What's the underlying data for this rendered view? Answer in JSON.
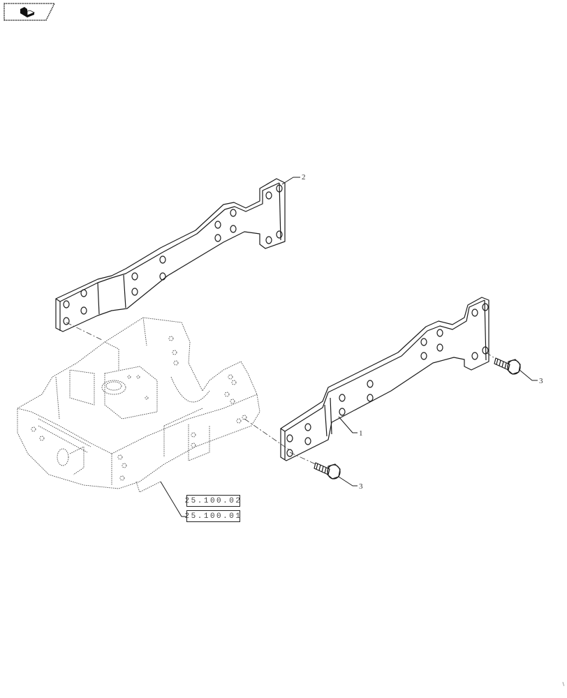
{
  "nav_badge": {
    "icon": "book-return-icon"
  },
  "callouts": [
    {
      "number": "1",
      "part": "bracket-lower-right"
    },
    {
      "number": "2",
      "part": "bracket-upper-left"
    },
    {
      "number": "3",
      "part": "bolt-left"
    },
    {
      "number": "3",
      "part": "bolt-right"
    }
  ],
  "reference_labels": [
    {
      "text": "25.100.02"
    },
    {
      "text": "25.100.01"
    }
  ],
  "corner_mark": "\\",
  "colors": {
    "line": "#1a1a1a",
    "hidden_line": "#555555",
    "background": "#ffffff"
  }
}
